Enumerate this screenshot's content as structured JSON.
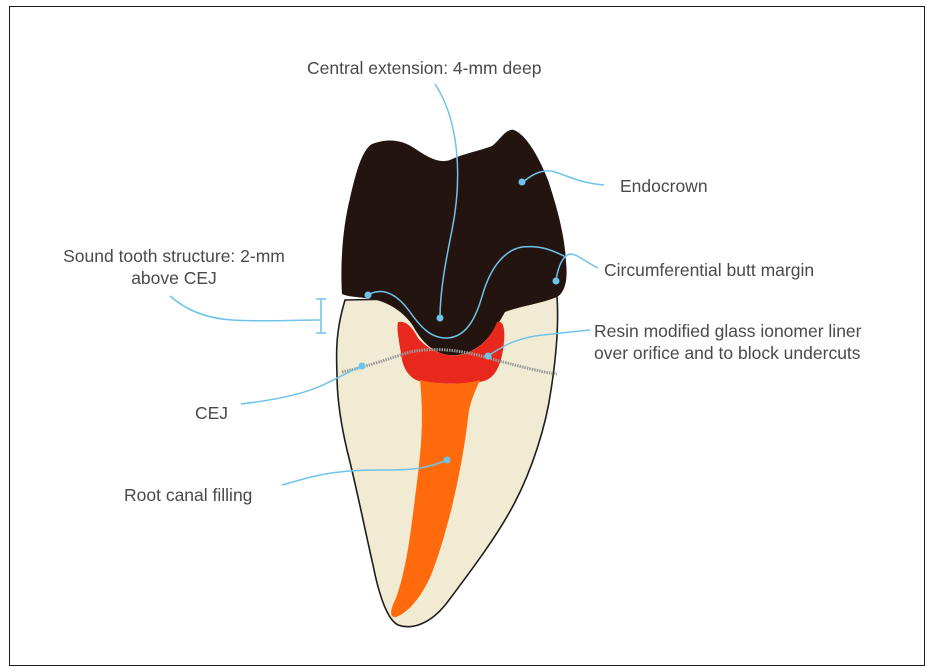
{
  "labels": {
    "central_extension": "Central extension: 4-mm deep",
    "endocrown": "Endocrown",
    "sound_tooth_line1": "Sound tooth structure: 2-mm",
    "sound_tooth_line2": "above CEJ",
    "circumferential_margin": "Circumferential butt margin",
    "resin_line1": "Resin modified glass ionomer liner",
    "resin_line2": "over orifice and to block undercuts",
    "cej": "CEJ",
    "root_canal": "Root canal filling"
  },
  "colors": {
    "endocrown": "#241410",
    "tooth": "#f2ebd3",
    "liner": "#e8281c",
    "root_filling": "#ff6a0c",
    "leader_line": "#6ec3ea",
    "cej_line": "#9a9a9a",
    "label_text": "#4a4a4a"
  }
}
